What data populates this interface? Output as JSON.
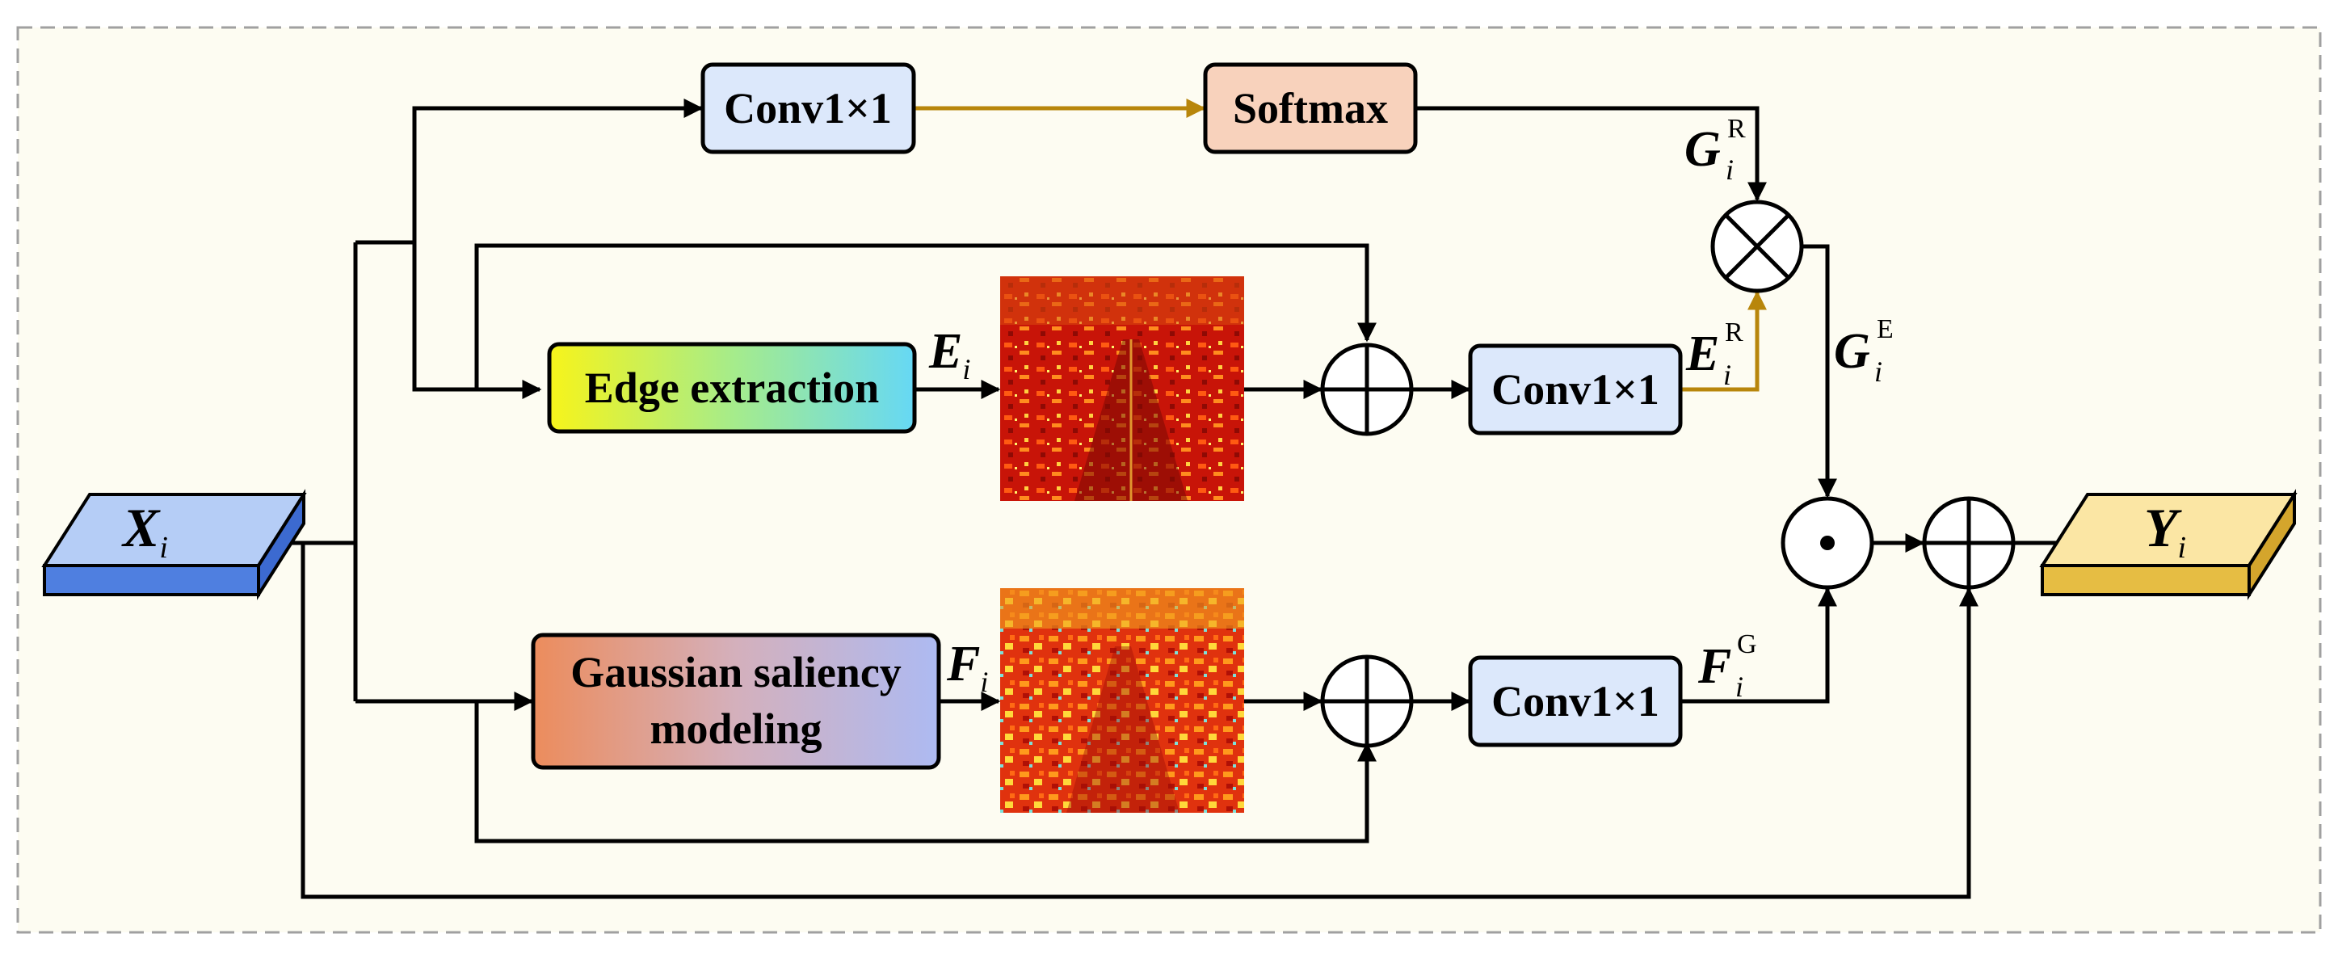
{
  "blocks": {
    "conv_top": "Conv1×1",
    "softmax": "Softmax",
    "edge": "Edge extraction",
    "gauss_line1": "Gaussian saliency",
    "gauss_line2": "modeling",
    "conv_mid": "Conv1×1",
    "conv_bot": "Conv1×1"
  },
  "symbols": {
    "input": {
      "base": "X",
      "sub": "i"
    },
    "output": {
      "base": "Y",
      "sub": "i"
    },
    "edge_feat": {
      "base": "E",
      "sub": "i"
    },
    "gauss_feat": {
      "base": "F",
      "sub": "i"
    },
    "g_r": {
      "base": "G",
      "sub": "i",
      "sup": "R"
    },
    "e_r": {
      "base": "E",
      "sub": "i",
      "sup": "R"
    },
    "g_e": {
      "base": "G",
      "sub": "i",
      "sup": "E"
    },
    "f_g": {
      "base": "F",
      "sub": "i",
      "sup": "G"
    }
  },
  "operators": {
    "multiply": "⊗ element-wise multiplication",
    "dot": "⊙ Hadamard product",
    "add": "⊕ element-wise addition"
  },
  "colors": {
    "background": "#fdfcf2",
    "border": "#a0a0a0",
    "conv_fill": "#dce8fb",
    "softmax_fill": "#f8d2bc",
    "input_fill": "#b5cdf6",
    "input_side": "#4f7fe0",
    "output_fill": "#fbe6a4",
    "output_side": "#e6bd43",
    "gold_arrow": "#b8860b"
  }
}
